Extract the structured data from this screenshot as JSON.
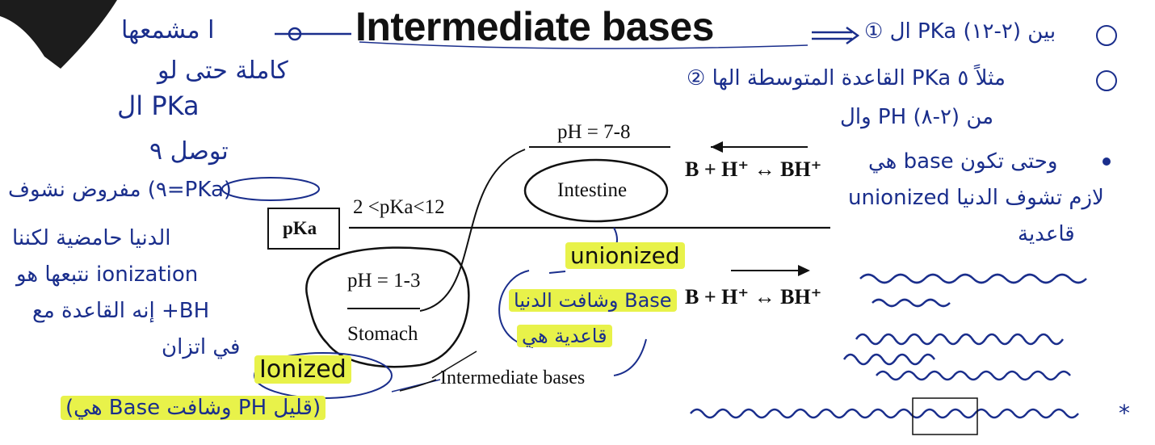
{
  "title": "Intermediate bases",
  "diagram": {
    "ph_intestine": "pH = 7-8",
    "intestine": "Intestine",
    "pka_range": "2 <pKa<12",
    "pka_box": "pKa",
    "ph_stomach": "pH = 1-3",
    "stomach": "Stomach",
    "equation_top": "B + H⁺ ↔ BH⁺",
    "equation_bottom": "B + H⁺ ↔ BH⁺",
    "caption": "Intermediate bases"
  },
  "notes": {
    "left_1": "ا مشمعها",
    "left_2": "كاملة حتى لو",
    "left_3": "ال PKa",
    "left_4": "توصل ٩",
    "left_5": "مفروض نشوف (٩=PKa)",
    "left_6": "الدنيا حامضية لكننا",
    "left_7": "نتبعها هو ionization",
    "left_8": "إنه القاعدة مع +BH",
    "left_9": "في اتزان",
    "ionized": "Ionized",
    "ionized_note": "(هي Base وشافت PH قليل)",
    "unionized": "unionized",
    "unionized_note_1": "وشافت الدنيا Base",
    "unionized_note_2": "قاعدية هي",
    "right_1": "① ال PKa بين (٢-١٢)",
    "right_2": "② القاعدة المتوسطة الها PKa مثلاً ٥",
    "right_3": "وال PH من (٢-٨)",
    "right_4": "هي base وحتى تكون",
    "right_5": "unionized لازم تشوف الدنيا",
    "right_6": "قاعدية",
    "bottom_star": "*"
  },
  "colors": {
    "ink": "#1a2e8c",
    "highlight": "#e8f24a",
    "text": "#111111"
  }
}
